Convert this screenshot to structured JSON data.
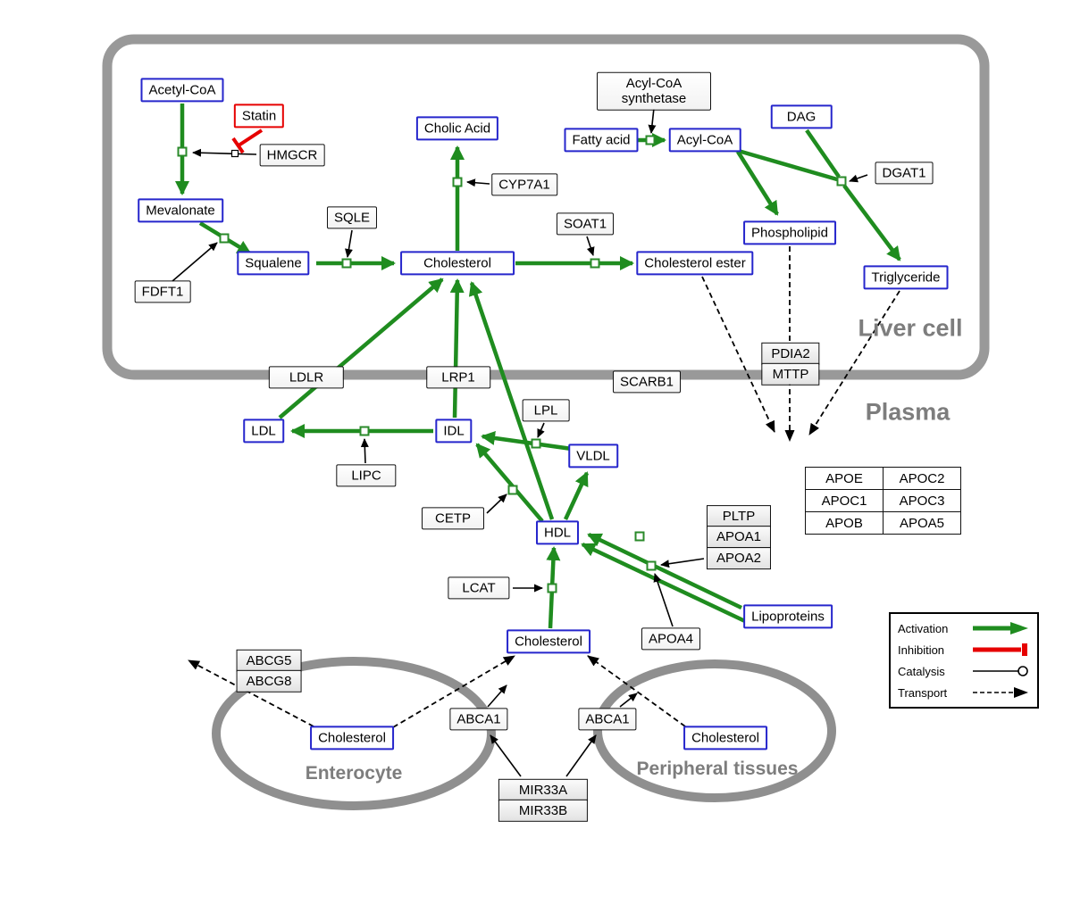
{
  "diagram": {
    "compartments": {
      "liver": "Liver cell",
      "plasma": "Plasma",
      "enterocyte": "Enterocyte",
      "peripheral": "Peripheral tissues"
    },
    "metabolites": {
      "acetyl_coa": "Acetyl-CoA",
      "mevalonate": "Mevalonate",
      "squalene": "Squalene",
      "cholesterol_liver": "Cholesterol",
      "cholic_acid": "Cholic Acid",
      "fatty_acid": "Fatty acid",
      "acyl_coa": "Acyl-CoA",
      "dag": "DAG",
      "phospholipid": "Phospholipid",
      "triglyceride": "Triglyceride",
      "cholesterol_ester": "Cholesterol ester",
      "ldl": "LDL",
      "idl": "IDL",
      "vldl": "VLDL",
      "hdl": "HDL",
      "cholesterol_plasma": "Cholesterol",
      "cholesterol_enterocyte": "Cholesterol",
      "cholesterol_peripheral": "Cholesterol",
      "lipoproteins": "Lipoproteins"
    },
    "enzymes": {
      "statin": "Statin",
      "hmgcr": "HMGCR",
      "sqle": "SQLE",
      "fdft1": "FDFT1",
      "cyp7a1": "CYP7A1",
      "soat1": "SOAT1",
      "acyl_coa_synthetase": "Acyl-CoA synthetase",
      "dgat1": "DGAT1",
      "pdia2": "PDIA2",
      "mttp": "MTTP",
      "ldlr": "LDLR",
      "lrp1": "LRP1",
      "scarb1": "SCARB1",
      "lpl": "LPL",
      "lipc": "LIPC",
      "cetp": "CETP",
      "lcat": "LCAT",
      "pltp": "PLTP",
      "apoa1": "APOA1",
      "apoa2": "APOA2",
      "apoa4": "APOA4",
      "abcg5": "ABCG5",
      "abcg8": "ABCG8",
      "abca1_left": "ABCA1",
      "abca1_right": "ABCA1",
      "mir33a": "MIR33A",
      "mir33b": "MIR33B"
    },
    "apolipoprotein_table": [
      [
        "APOE",
        "APOC2"
      ],
      [
        "APOC1",
        "APOC3"
      ],
      [
        "APOB",
        "APOA5"
      ]
    ],
    "legend": {
      "activation": "Activation",
      "inhibition": "Inhibition",
      "catalysis": "Catalysis",
      "transport": "Transport"
    },
    "colors": {
      "activation_green": "#1f8c1f",
      "inhibition_red": "#e60000",
      "metabolite_blue": "#2626cc",
      "compartment_gray": "#999999"
    }
  }
}
